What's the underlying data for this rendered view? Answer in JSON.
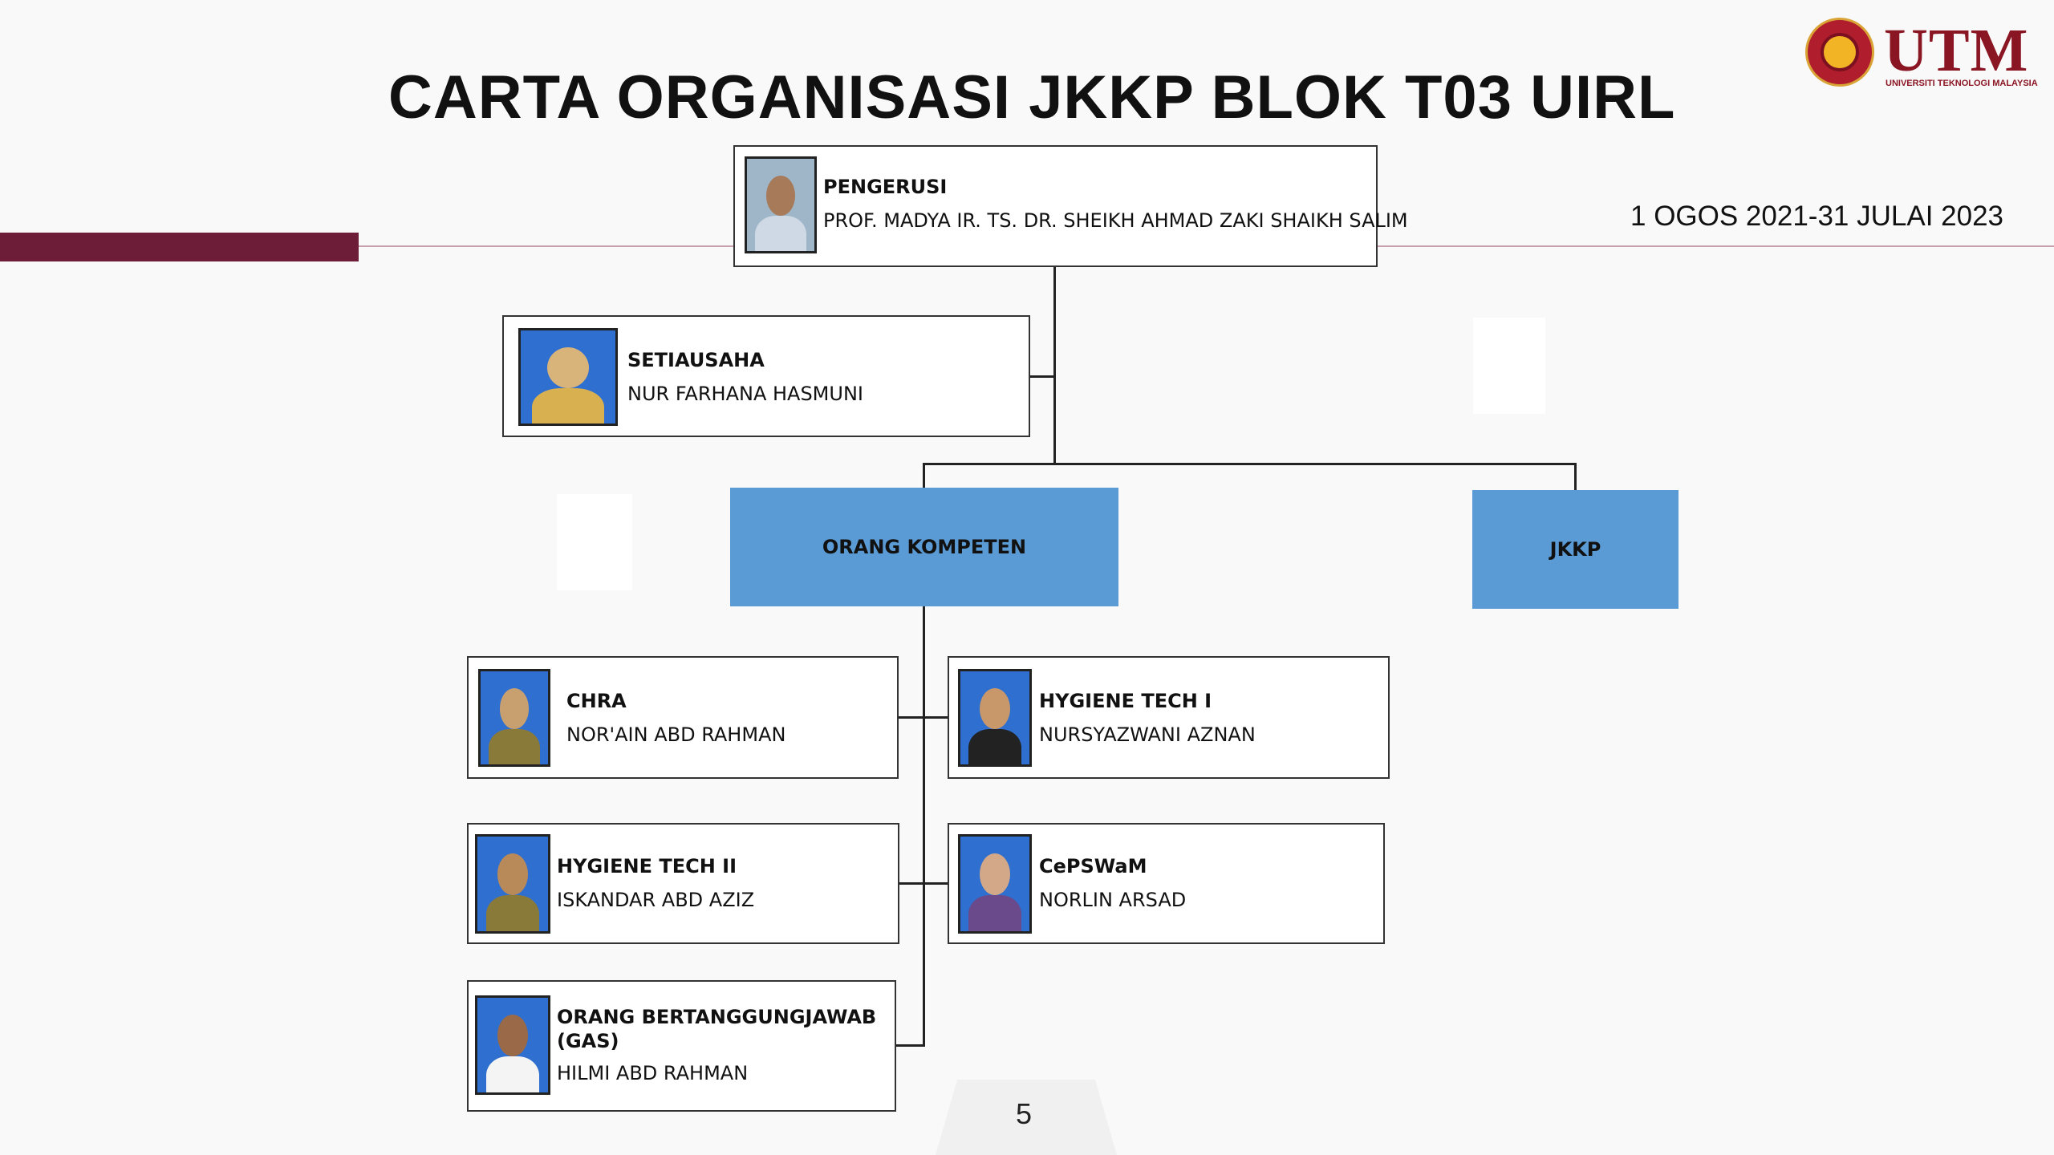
{
  "slide": {
    "title": "CARTA ORGANISASI JKKP BLOK T03 UIRL",
    "date_range": "1 OGOS 2021-31 JULAI 2023",
    "page_number": "5",
    "accent_color": "#6d1d38",
    "box_color": "#5b9bd5"
  },
  "logo": {
    "text": "UTM",
    "subtitle": "UNIVERSITI TEKNOLOGI MALAYSIA"
  },
  "chart": {
    "chair": {
      "role": "PENGERUSI",
      "name": "PROF. MADYA IR. TS. DR. SHEIKH AHMAD ZAKI SHAIKH SALIM"
    },
    "secretary": {
      "role": "SETIAUSAHA",
      "name": "NUR FARHANA HASMUNI"
    },
    "groups": [
      {
        "label": "ORANG KOMPETEN"
      },
      {
        "label": "JKKP"
      }
    ],
    "members": [
      {
        "role": "CHRA",
        "name": "NOR'AIN ABD RAHMAN"
      },
      {
        "role": "HYGIENE TECH I",
        "name": "NURSYAZWANI AZNAN"
      },
      {
        "role": "HYGIENE TECH II",
        "name": "ISKANDAR ABD AZIZ"
      },
      {
        "role": "CePSWaM",
        "name": "NORLIN ARSAD"
      },
      {
        "role": "ORANG BERTANGGUNGJAWAB",
        "role_line2": "(GAS)",
        "name": "HILMI ABD RAHMAN"
      }
    ]
  }
}
